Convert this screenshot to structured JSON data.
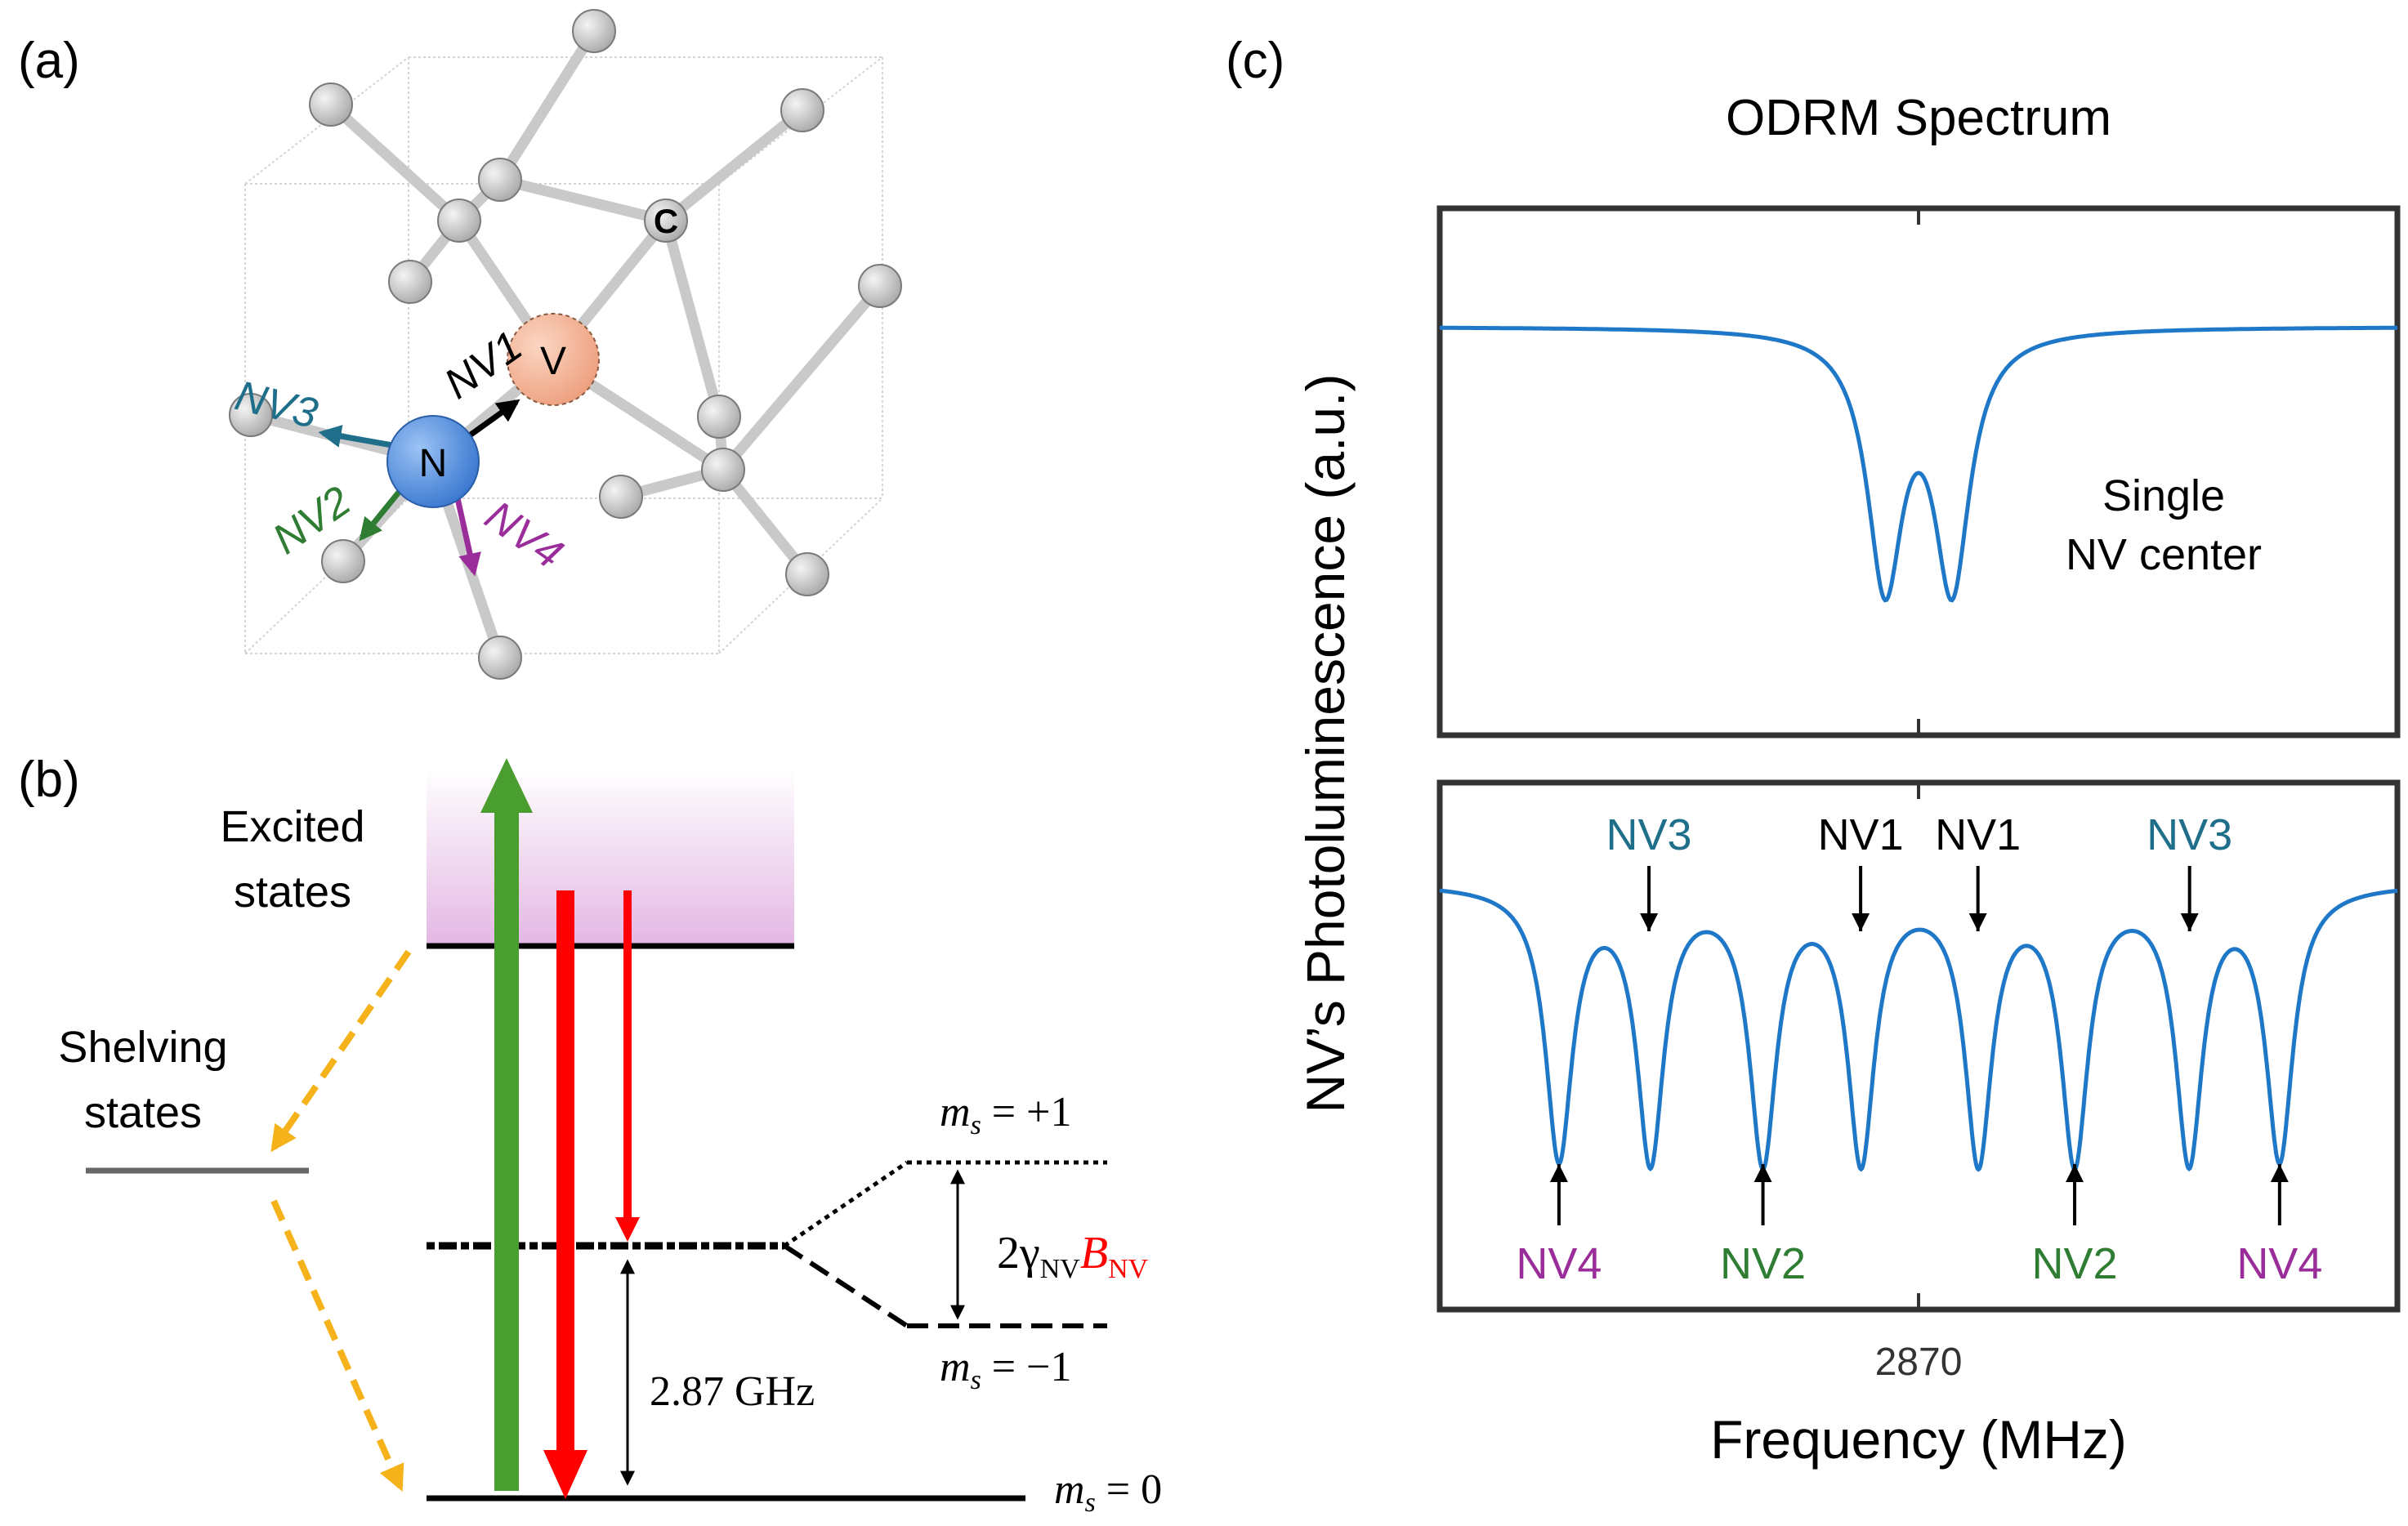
{
  "panel_a": {
    "label": "(a)",
    "atoms": {
      "nitrogen": "N",
      "vacancy": "V",
      "carbon": "C"
    },
    "axes": {
      "nv1": "NV1",
      "nv2": "NV2",
      "nv3": "NV3",
      "nv4": "NV4"
    },
    "colors": {
      "nv1": "#000000",
      "nv2": "#2e7d32",
      "nv3": "#1f6f8b",
      "nv4": "#9b2d9b",
      "nitrogen": "#4f8ee0",
      "vacancy": "#f2b496",
      "carbon": "#c8c8c8"
    }
  },
  "panel_b": {
    "label": "(b)",
    "excited_states": [
      "Excited",
      "states"
    ],
    "shelving_states": [
      "Shelving",
      "states"
    ],
    "level_plus1": {
      "sym": "m",
      "sub": "s",
      "rhs": " = +1"
    },
    "level_minus1": {
      "sym": "m",
      "sub": "s",
      "rhs": " = −1"
    },
    "level_zero": {
      "sym": "m",
      "sub": "s",
      "rhs": " = 0"
    },
    "zero_field_splitting": "2.87 GHz",
    "zeeman": {
      "prefix": "2γ",
      "prefix_sub": "NV",
      "field": "B",
      "field_sub": "NV"
    },
    "colors": {
      "excitation": "#4a9e2f",
      "emission": "#ff0000",
      "shelving": "#f5b21a",
      "excited_band": "#e3b7e3"
    }
  },
  "panel_c": {
    "label": "(c)",
    "title": "ODRM Spectrum",
    "ylabel": "NV’s Photoluminescence (a.u.)",
    "xlabel": "Frequency (MHz)",
    "xtick": "2870",
    "top_annotation": [
      "Single",
      "NV center"
    ],
    "top_labels": [
      "NV3",
      "NV1",
      "NV1",
      "NV3"
    ],
    "bottom_labels": [
      "NV4",
      "NV2",
      "NV2",
      "NV4"
    ],
    "colors": {
      "trace": "#1f77c8",
      "NV1": "#000000",
      "NV2": "#2e7d32",
      "NV3": "#1f6f8b",
      "NV4": "#9b2d9b"
    }
  },
  "chart_data": [
    {
      "type": "line",
      "title": "ODRM Spectrum",
      "panel": "top",
      "annotation": "Single NV center",
      "xlabel": "Frequency (MHz)",
      "ylabel": "NV’s Photoluminescence (a.u.)",
      "x_tick": 2870,
      "baseline": 1.0,
      "dips": [
        {
          "x_rel": -0.07,
          "depth": 0.72
        },
        {
          "x_rel": 0.07,
          "depth": 0.72
        }
      ],
      "note": "x_rel in units of the frequency axis half-width about 2870; depth as fraction of baseline"
    },
    {
      "type": "line",
      "panel": "bottom",
      "xlabel": "Frequency (MHz)",
      "x_tick": 2870,
      "baseline": 1.0,
      "dips": [
        {
          "label": "NV4",
          "x_rel": -0.751
        },
        {
          "label": "NV3",
          "x_rel": -0.56
        },
        {
          "label": "NV2",
          "x_rel": -0.325
        },
        {
          "label": "NV1",
          "x_rel": -0.12
        },
        {
          "label": "NV1",
          "x_rel": 0.125
        },
        {
          "label": "NV2",
          "x_rel": 0.326
        },
        {
          "label": "NV3",
          "x_rel": 0.565
        },
        {
          "label": "NV4",
          "x_rel": 0.754
        }
      ]
    }
  ]
}
